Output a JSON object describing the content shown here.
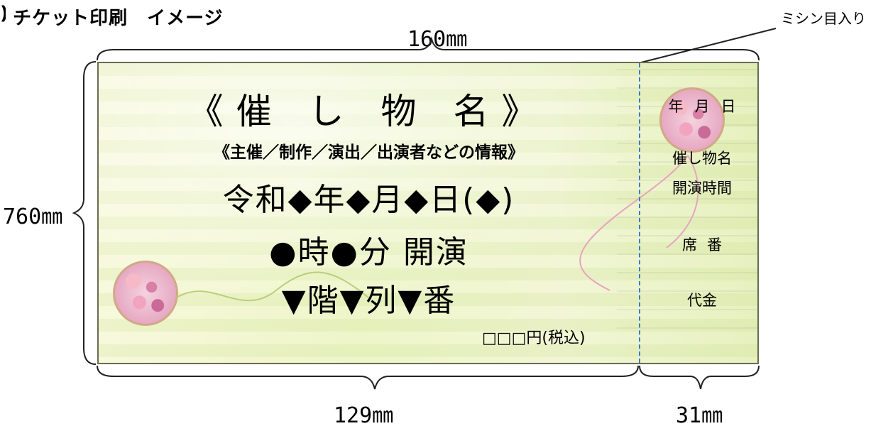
{
  "header": {
    "title": "チケット印刷　イメージ",
    "perforation_label": "ミシン目入り"
  },
  "dimensions": {
    "total_width": "160㎜",
    "height": "760㎜",
    "main_width": "129㎜",
    "stub_width": "31㎜"
  },
  "ticket": {
    "event_name": "《催 し 物 名》",
    "organizer_info": "《主催／制作／演出／出演者などの情報》",
    "date": "令和◆年◆月◆日(◆)",
    "start_time": "●時●分 開演",
    "seat": "▼階▼列▼番",
    "price": "□□□円(税込)"
  },
  "stub": {
    "date": "年月日",
    "event_name": "催し物名",
    "start_time": "開演時間",
    "seat": "席番",
    "price": "代金"
  },
  "colors": {
    "perforation": "#3b7cc7",
    "ticket_background": "#eef5c9"
  }
}
